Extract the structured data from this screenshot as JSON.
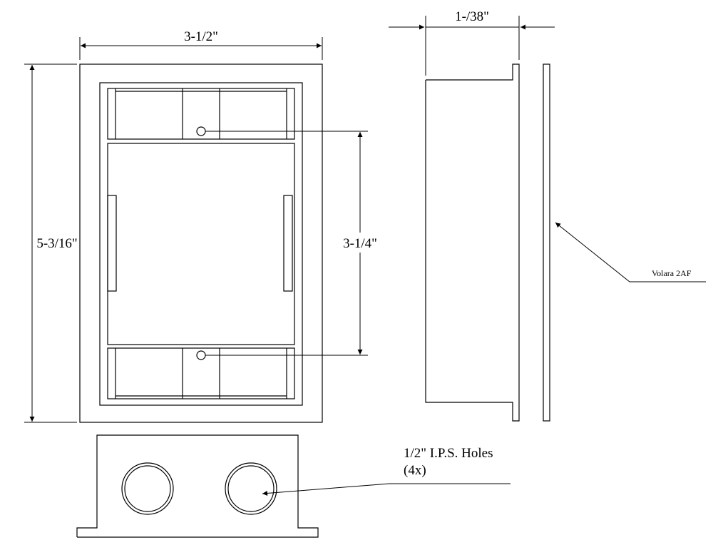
{
  "dimensions": {
    "width_front": "3-1/2\"",
    "height_front": "5-3/16\"",
    "hole_spacing": "3-1/4\"",
    "depth_side": "1-/38\""
  },
  "callouts": {
    "material": "Volara 2AF",
    "holes_line1": "1/2\" I.P.S. Holes",
    "holes_line2": "(4x)"
  }
}
